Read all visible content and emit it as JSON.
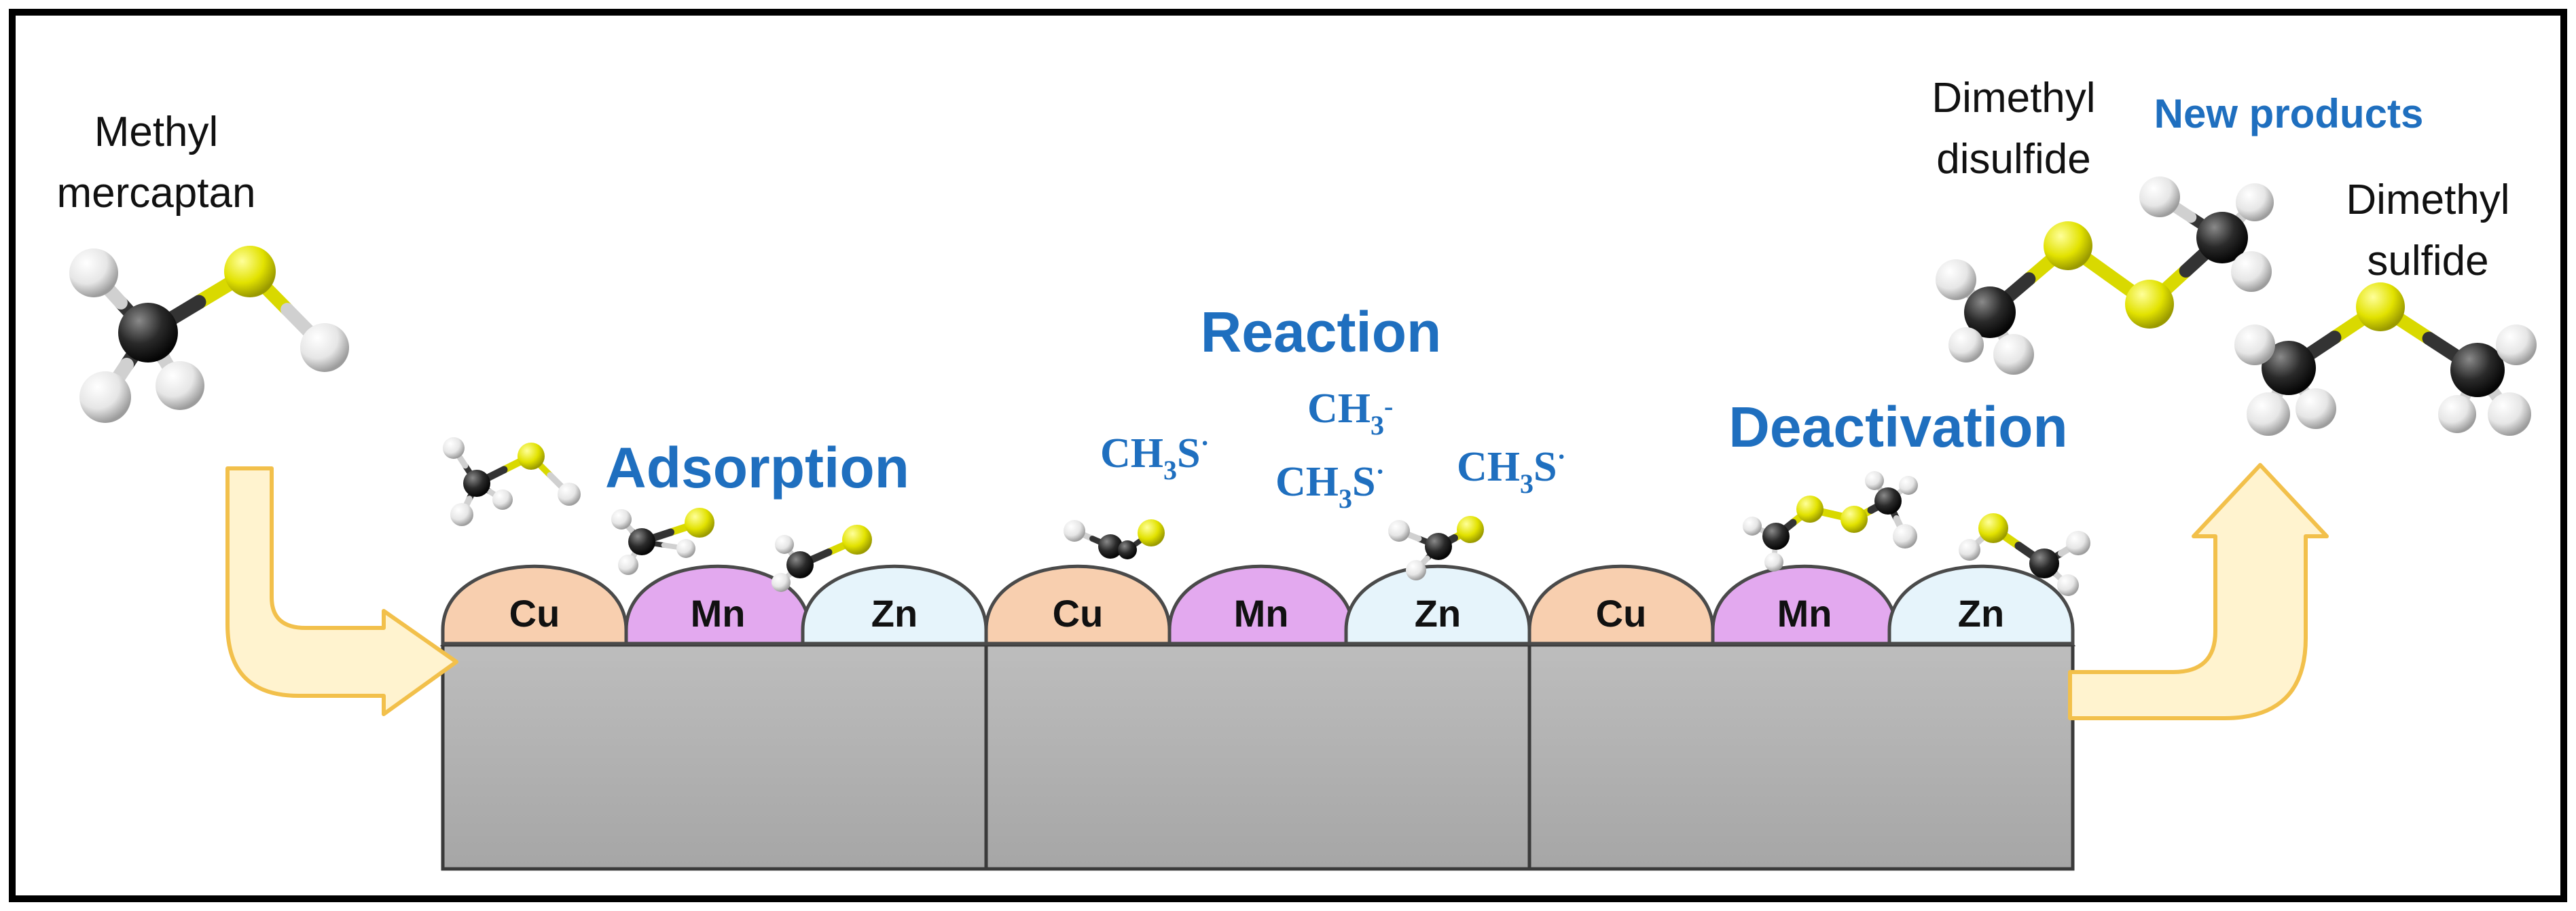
{
  "colors": {
    "Cu": "#f8cfaf",
    "Mn": "#e3a9ef",
    "Zn": "#e6f4fb",
    "label_blue": "#1f6fbf",
    "arrow_fill": "#fff3cf",
    "arrow_stroke": "#f2c04b",
    "block_fill": "#b2b2b2",
    "sulfur": "#e2e200",
    "carbon": "#2a2a2a",
    "hydrogen": "#e6e6e6"
  },
  "labels": {
    "reactant_line1": "Methyl",
    "reactant_line2": "mercaptan",
    "adsorption": "Adsorption",
    "reaction": "Reaction",
    "deactivation": "Deactivation",
    "new_products": "New products",
    "dmds_line1": "Dimethyl",
    "dmds_line2": "disulfide",
    "dms_line1": "Dimethyl",
    "dms_line2": "sulfide"
  },
  "species": [
    {
      "main": "CH",
      "sub": "3",
      "rest": "S",
      "sup": "·"
    },
    {
      "main": "CH",
      "sub": "3",
      "rest": "",
      "sup": "-"
    },
    {
      "main": "CH",
      "sub": "3",
      "rest": "S",
      "sup": "·"
    },
    {
      "main": "CH",
      "sub": "3",
      "rest": "S",
      "sup": "·"
    }
  ],
  "stages": [
    {
      "metals": [
        "Cu",
        "Mn",
        "Zn"
      ]
    },
    {
      "metals": [
        "Cu",
        "Mn",
        "Zn"
      ]
    },
    {
      "metals": [
        "Cu",
        "Mn",
        "Zn"
      ]
    }
  ],
  "icons": {
    "molecule": "ball-and-stick-molecule-icon",
    "arrow": "curved-block-arrow-icon"
  }
}
